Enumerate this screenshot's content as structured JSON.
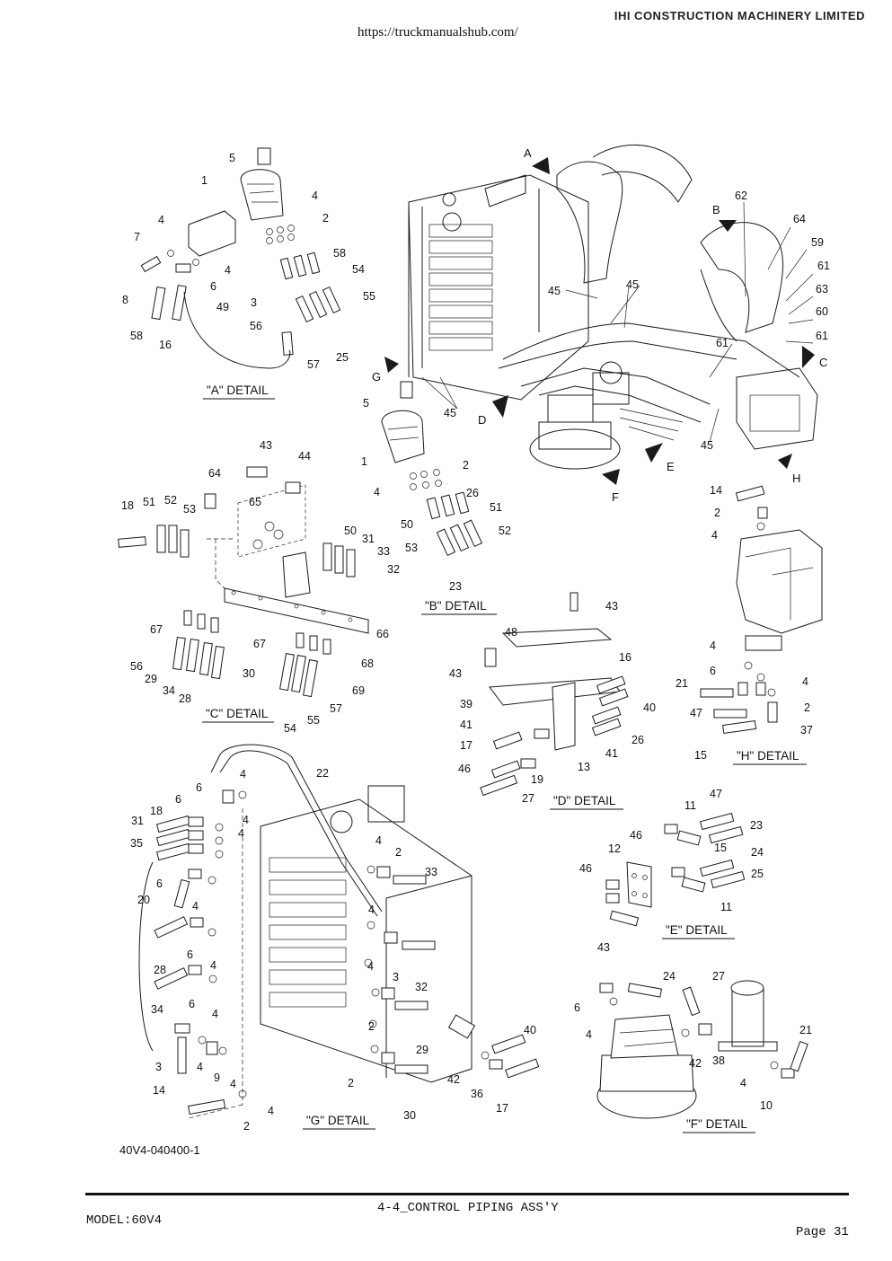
{
  "header": {
    "brand": "IHI CONSTRUCTION MACHINERY LIMITED",
    "url": "https://truckmanualshub.com/"
  },
  "details": {
    "a": "\"A\" DETAIL",
    "b": "\"B\" DETAIL",
    "c": "\"C\" DETAIL",
    "d": "\"D\" DETAIL",
    "e": "\"E\" DETAIL",
    "f": "\"F\" DETAIL",
    "g": "\"G\" DETAIL",
    "h": "\"H\" DETAIL"
  },
  "view_markers": [
    "A",
    "B",
    "C",
    "D",
    "E",
    "F",
    "G",
    "H"
  ],
  "callouts": {
    "overview": [
      "62",
      "64",
      "59",
      "61",
      "63",
      "60",
      "61",
      "45",
      "45",
      "61",
      "45",
      "45",
      "45"
    ],
    "detail_a": [
      "5",
      "1",
      "4",
      "2",
      "4",
      "7",
      "58",
      "54",
      "4",
      "6",
      "55",
      "8",
      "49",
      "3",
      "56",
      "58",
      "16",
      "57",
      "25"
    ],
    "detail_b": [
      "5",
      "1",
      "4",
      "2",
      "26",
      "51",
      "50",
      "53",
      "52",
      "23"
    ],
    "detail_c": [
      "43",
      "44",
      "64",
      "65",
      "18",
      "51",
      "52",
      "53",
      "50",
      "31",
      "33",
      "32",
      "67",
      "66",
      "56",
      "29",
      "34",
      "28",
      "67",
      "68",
      "30",
      "69",
      "57",
      "54",
      "55"
    ],
    "detail_d": [
      "43",
      "48",
      "43",
      "16",
      "39",
      "40",
      "41",
      "26",
      "17",
      "41",
      "46",
      "13",
      "19",
      "27"
    ],
    "detail_e": [
      "47",
      "11",
      "46",
      "23",
      "15",
      "24",
      "12",
      "25",
      "46",
      "11",
      "43"
    ],
    "detail_f": [
      "24",
      "27",
      "6",
      "4",
      "42",
      "38",
      "21",
      "4",
      "10"
    ],
    "detail_g": [
      "22",
      "4",
      "6",
      "18",
      "31",
      "6",
      "4",
      "4",
      "35",
      "4",
      "2",
      "33",
      "6",
      "20",
      "4",
      "4",
      "28",
      "6",
      "3",
      "32",
      "34",
      "6",
      "4",
      "4",
      "4",
      "2",
      "29",
      "3",
      "4",
      "9",
      "4",
      "42",
      "40",
      "14",
      "4",
      "2",
      "36",
      "17",
      "2",
      "30"
    ],
    "detail_h": [
      "14",
      "2",
      "4",
      "4",
      "6",
      "4",
      "21",
      "2",
      "47",
      "37",
      "15"
    ]
  },
  "figure_code": "40V4-040400-1",
  "footer": {
    "section_title": "4-4_CONTROL PIPING ASS'Y",
    "model": "MODEL:60V4",
    "page": "Page 31"
  }
}
